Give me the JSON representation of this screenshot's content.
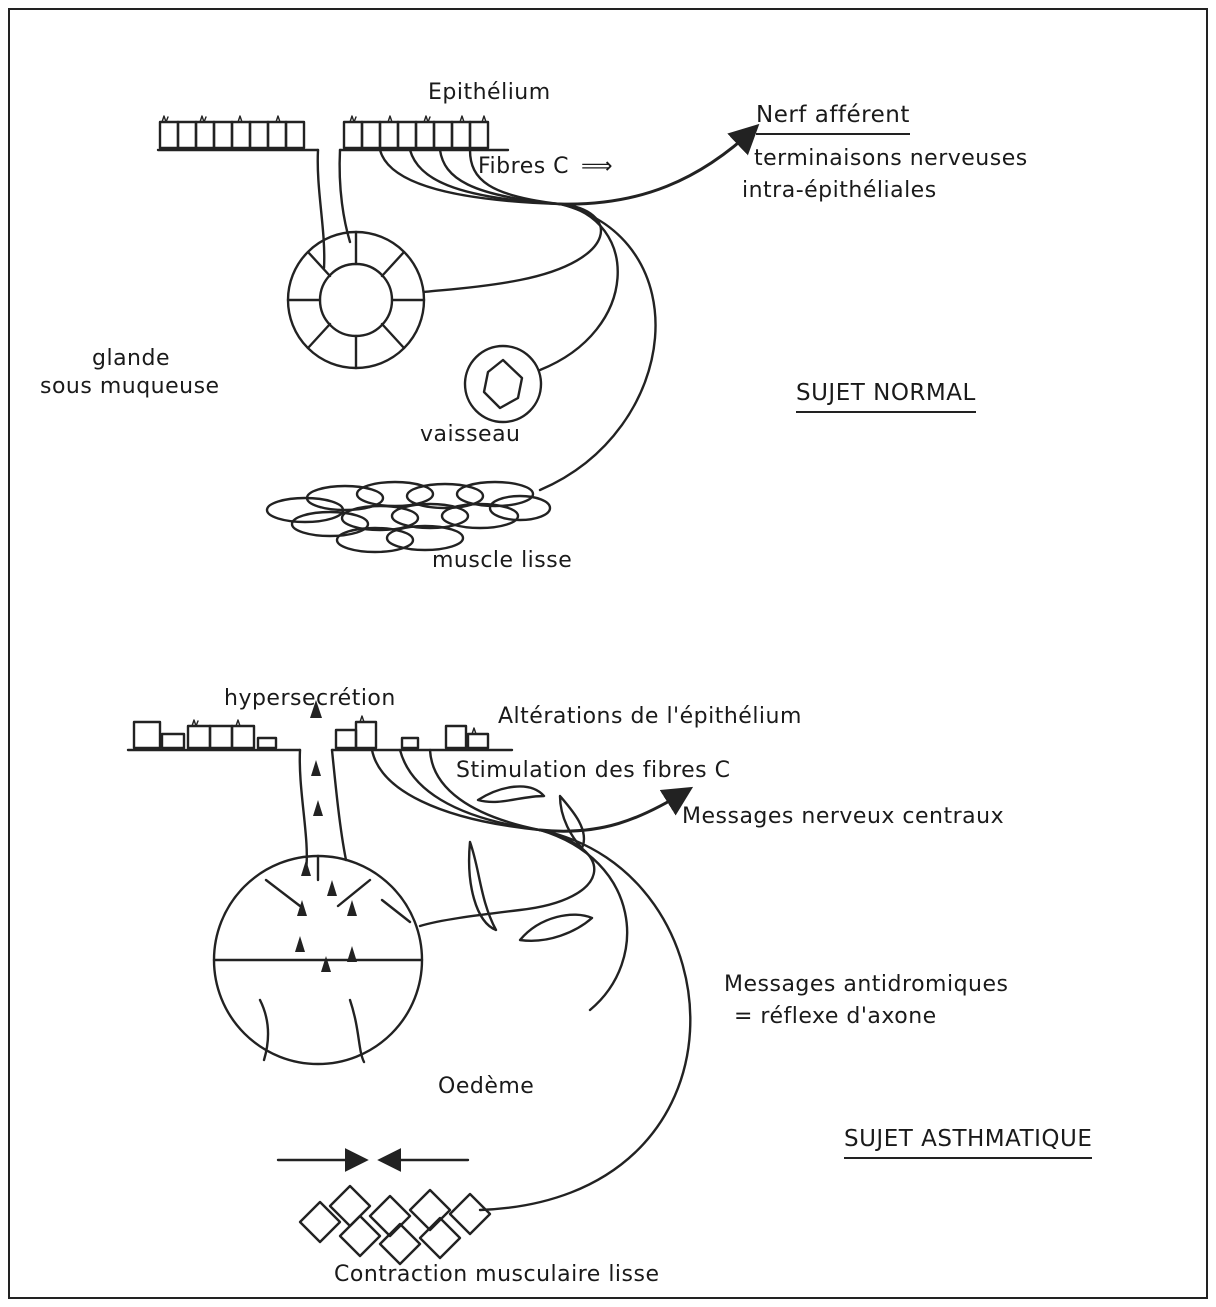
{
  "normal": {
    "epithelium": "Epithélium",
    "nerf_afferent": "Nerf afférent",
    "fibres_c": "Fibres C",
    "terminaisons_1": "terminaisons nerveuses",
    "terminaisons_2": "intra-épithéliales",
    "glande_1": "glande",
    "glande_2": "sous muqueuse",
    "vaisseau": "vaisseau",
    "muscle": "muscle lisse",
    "title": "SUJET NORMAL"
  },
  "asthma": {
    "hypersecretion": "hypersecrétion",
    "alterations": "Altérations de l'épithélium",
    "stimulation": "Stimulation des fibres C",
    "messages_centraux": "Messages nerveux centraux",
    "antidromiques_1": "Messages antidromiques",
    "antidromiques_2": "= réflexe d'axone",
    "oedeme": "Oedème",
    "contraction": "Contraction musculaire lisse",
    "title": "SUJET ASTHMATIQUE"
  }
}
